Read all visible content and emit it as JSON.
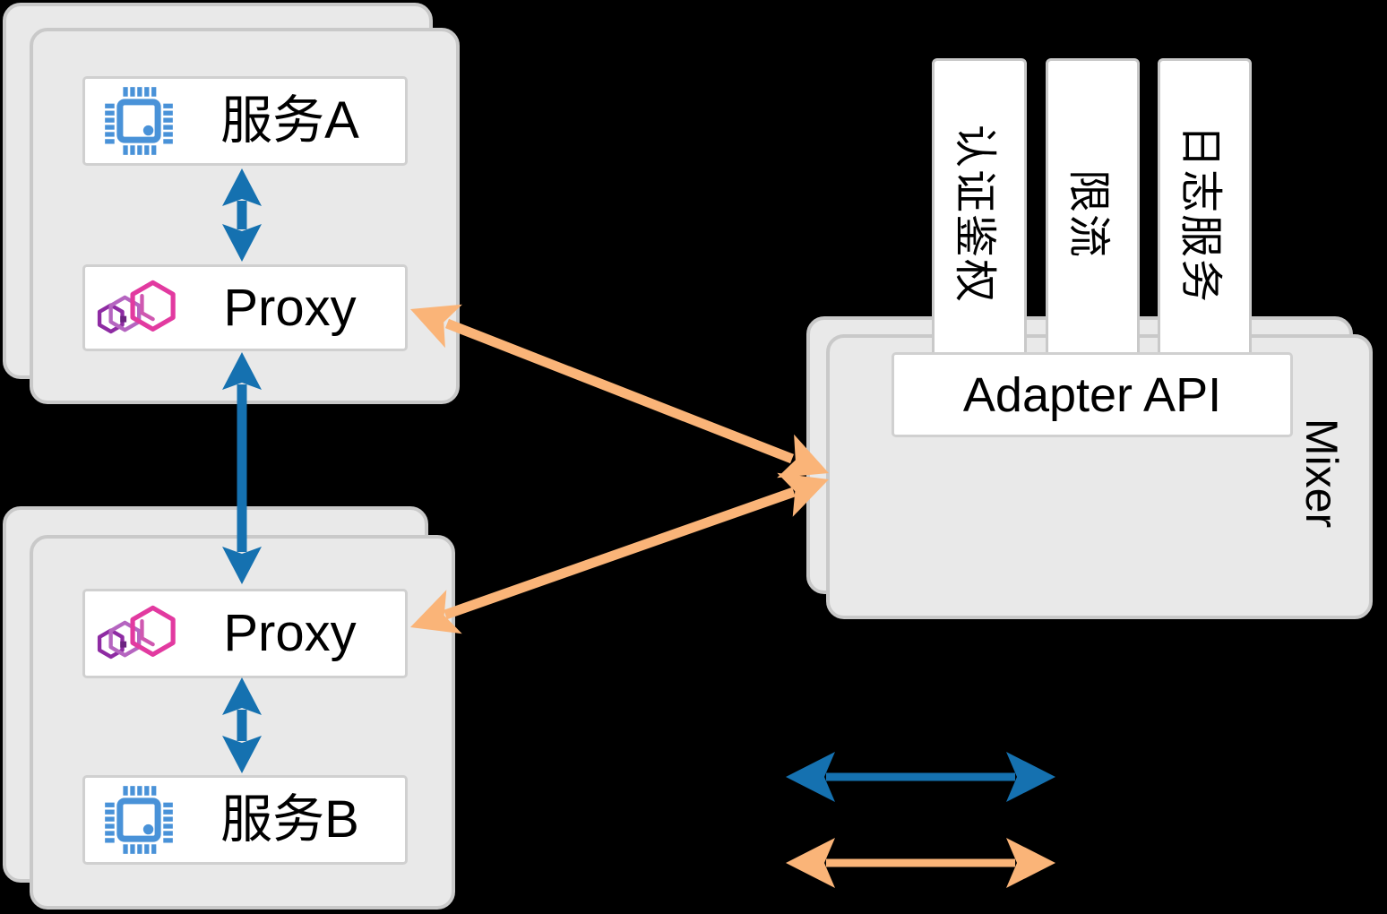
{
  "diagram": {
    "service_group_a": {
      "service_label": "服务A",
      "proxy_label": "Proxy"
    },
    "service_group_b": {
      "service_label": "服务B",
      "proxy_label": "Proxy"
    },
    "mixer": {
      "label": "Mixer",
      "adapter_api_label": "Adapter API",
      "backends": [
        "认证鉴权",
        "限流",
        "日志服务"
      ]
    },
    "colors": {
      "service_proxy_arrow_blue": "#1571b0",
      "proxy_mixer_arrow_orange": "#fab478",
      "chip_icon_blue": "#4992d8",
      "proxy_icon_pink": "#e23aa0",
      "proxy_icon_purple": "#8e2ba3",
      "card_fill": "#e9e9e9",
      "card_border": "#c9c9c9",
      "background": "#000000"
    }
  }
}
